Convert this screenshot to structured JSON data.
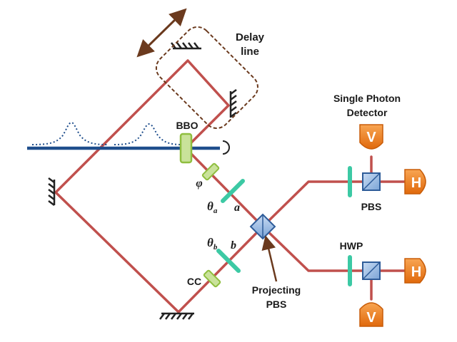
{
  "labels": {
    "delay_line": [
      "Delay",
      "line"
    ],
    "bbo": "BBO",
    "single_photon_detector": [
      "Single Photon",
      "Detector"
    ],
    "pbs_top": "PBS",
    "hwp": "HWP",
    "projecting_pbs": [
      "Projecting",
      "PBS"
    ],
    "cc": "CC",
    "phi": "φ",
    "theta_a": "θ",
    "theta_a_sub": "a",
    "theta_b": "θ",
    "theta_b_sub": "b",
    "arm_a": "a",
    "arm_b": "b"
  },
  "detectors": {
    "top_v": "V",
    "top_h": "H",
    "bottom_h": "H",
    "bottom_v": "V"
  },
  "colors": {
    "beam_path": "#c0504d",
    "pump_beam": "#1f4e8c",
    "waveplate": "#3cc9a4",
    "bbo_crystal": "#8fbe3f",
    "detector": "#f07f1a",
    "cube": "#8eb3e0",
    "delay_box": "#6b3a1e"
  }
}
